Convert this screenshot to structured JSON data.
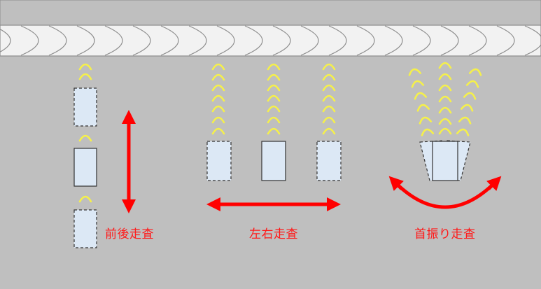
{
  "labels": {
    "forward_backward": "前後走査",
    "left_right": "左右走査",
    "swing": "首振り走査"
  },
  "colors": {
    "background": "#bfbfbf",
    "weld_bead_fill": "#f2f2f2",
    "weld_bead_stroke": "#8c8c8c",
    "ultrasonic_wave": "#f5f04a",
    "probe_fill": "#dce8f5",
    "probe_outline": "#333333",
    "motion_arrow": "#ff0000"
  }
}
